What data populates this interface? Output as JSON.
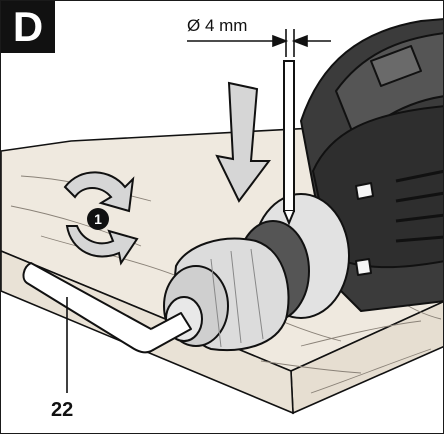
{
  "figure": {
    "panel_letter": "D",
    "dimension_label": "Ø 4 mm",
    "step_number": "1",
    "callout_number": "22"
  },
  "icons": [
    "rotation-arrow-icon",
    "push-down-arrow-icon",
    "dimension-arrow-icon"
  ],
  "colors": {
    "ink": "#111111",
    "chuck": "#dcdcdc",
    "wood": "#efe9df",
    "arrow_fill": "#d6d6d6"
  }
}
